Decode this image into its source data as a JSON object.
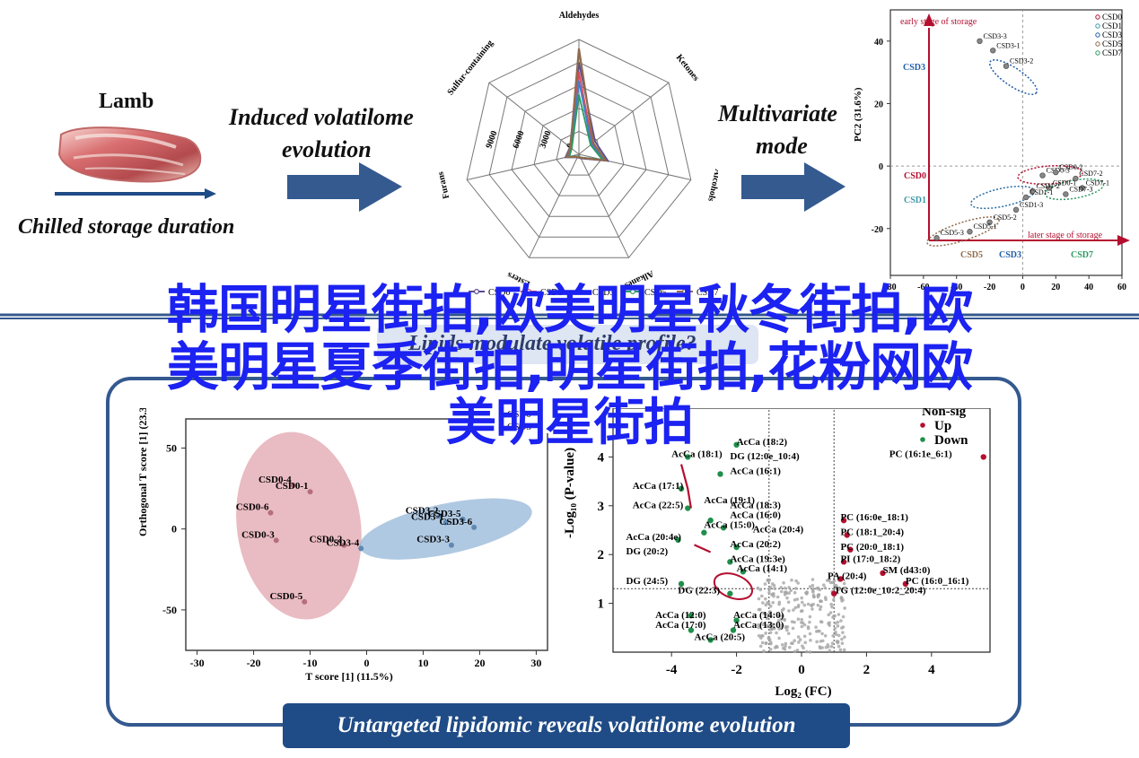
{
  "top": {
    "lamb": {
      "title": "Lamb",
      "caption": "Chilled storage duration",
      "arrow_label": ""
    },
    "induced": {
      "line1": "Induced volatilome",
      "line2": "evolution"
    },
    "multivariate": {
      "line1": "Multivariate",
      "line2": "mode"
    }
  },
  "radar_chart": {
    "type": "radar",
    "axes": [
      "Aldehydes",
      "Ketones",
      "Alcohols",
      "Alkanes",
      "Esters",
      "Furans",
      "Sulfur-containing"
    ],
    "radial_ticks": [
      "0",
      "3000",
      "6000",
      "9000"
    ],
    "legend": [
      "CSD0",
      "CSD1",
      "CSD3",
      "CSD5",
      "CSD7"
    ],
    "colors": [
      "#5b4a8f",
      "#d64e5d",
      "#3f7fd1",
      "#2b9a62",
      "#8f6b4c"
    ],
    "series": [
      {
        "name": "CSD0",
        "values": [
          8000,
          1800,
          2600,
          400,
          300,
          1200,
          1000
        ]
      },
      {
        "name": "CSD1",
        "values": [
          7200,
          1500,
          2300,
          350,
          250,
          1000,
          900
        ]
      },
      {
        "name": "CSD3",
        "values": [
          6400,
          1400,
          2200,
          320,
          220,
          900,
          850
        ]
      },
      {
        "name": "CSD5",
        "values": [
          5200,
          1300,
          2100,
          300,
          200,
          850,
          800
        ]
      },
      {
        "name": "CSD7",
        "values": [
          9200,
          1600,
          2400,
          330,
          240,
          1100,
          950
        ]
      }
    ]
  },
  "pca_chart": {
    "type": "scatter",
    "ylabel": "PC2 (31.6%)",
    "early": "early stage of storage",
    "later": "later stage of storage",
    "x_ticks": [
      "-80",
      "-60",
      "-40",
      "-20",
      "0",
      "20",
      "40",
      "60"
    ],
    "y_ticks": [
      "40",
      "20",
      "0",
      "-20"
    ],
    "legend": [
      "CSD0",
      "CSD1",
      "CSD3",
      "CSD5",
      "CSD7"
    ],
    "labels": {
      "csd3": "CSD3",
      "csd0": "CSD0",
      "csd1": "CSD1",
      "csd5": "CSD5",
      "csd3_bottom": "CSD3",
      "csd7": "CSD7"
    },
    "points": [
      {
        "label": "CSD3-3",
        "x": -26,
        "y": 40
      },
      {
        "label": "CSD3-1",
        "x": -18,
        "y": 37
      },
      {
        "label": "CSD3-2",
        "x": -10,
        "y": 32
      },
      {
        "label": "CSD0-3",
        "x": 12,
        "y": -3
      },
      {
        "label": "CSD0-2",
        "x": 20,
        "y": -2
      },
      {
        "label": "CSD0-1",
        "x": 16,
        "y": -7
      },
      {
        "label": "CSD1-2",
        "x": 6,
        "y": -8
      },
      {
        "label": "CSD1-1",
        "x": 2,
        "y": -10
      },
      {
        "label": "CSD1-3",
        "x": -4,
        "y": -14
      },
      {
        "label": "CSD7-2",
        "x": 32,
        "y": -4
      },
      {
        "label": "CSD7-1",
        "x": 36,
        "y": -7
      },
      {
        "label": "CSD7-3",
        "x": 26,
        "y": -9
      },
      {
        "label": "CSD5-2",
        "x": -20,
        "y": -18
      },
      {
        "label": "CSD5-1",
        "x": -32,
        "y": -21
      },
      {
        "label": "CSD5-3",
        "x": -52,
        "y": -23
      }
    ]
  },
  "lower_section": {
    "hidden_caption": "Lipids modulate volatile profile?",
    "volcano_title": "CSD0 vs CSD3",
    "legend": {
      "nonsig": "Non-sig",
      "up": "Up",
      "down": "Down"
    },
    "bottom_bar": "Untargeted lipidomic reveals volatilome evolution"
  },
  "opls": {
    "xlabel": "T score [1] (11.5%)",
    "ylabel": "Orthogonal T score [1] (23.3%)",
    "x_ticks": [
      "-30",
      "-20",
      "-10",
      "0",
      "10",
      "20",
      "30"
    ],
    "y_ticks": [
      "50",
      "0",
      "-50"
    ],
    "legend": [
      "CSD0",
      "CSD3"
    ],
    "points": [
      {
        "label": "CSD0-4",
        "x": -13,
        "y": 27
      },
      {
        "label": "CSD0-1",
        "x": -10,
        "y": 23
      },
      {
        "label": "CSD0-6",
        "x": -17,
        "y": 10
      },
      {
        "label": "CSD0-3",
        "x": -16,
        "y": -7
      },
      {
        "label": "CSD0-2",
        "x": -4,
        "y": -10
      },
      {
        "label": "CSD0-5",
        "x": -11,
        "y": -45
      },
      {
        "label": "CSD3-2",
        "x": 13,
        "y": 8
      },
      {
        "label": "CSD3-5",
        "x": 17,
        "y": 6
      },
      {
        "label": "CSD3-1",
        "x": 14,
        "y": 4
      },
      {
        "label": "CSD3-6",
        "x": 19,
        "y": 1
      },
      {
        "label": "CSD3-4",
        "x": -1,
        "y": -12
      },
      {
        "label": "CSD3-3",
        "x": 15,
        "y": -10
      }
    ]
  },
  "volcano": {
    "xlabel": "Log₂ (FC)",
    "ylabel": "-Log₁₀ (P-value)",
    "x_ticks": [
      "-4",
      "-2",
      "0",
      "2",
      "4"
    ],
    "y_ticks": [
      "1",
      "2",
      "3",
      "4"
    ],
    "labels": [
      {
        "text": "AcCa (18:2)",
        "x": -2.0,
        "y": 4.25
      },
      {
        "text": "AcCa (18:1)",
        "x": -4.0,
        "y": 4.0
      },
      {
        "text": "DG (12:0e_10:4)",
        "x": -2.2,
        "y": 3.95
      },
      {
        "text": "AcCa (16:1)",
        "x": -2.2,
        "y": 3.65
      },
      {
        "text": "AcCa (17:1)",
        "x": -5.2,
        "y": 3.35
      },
      {
        "text": "AcCa (19:1)",
        "x": -3.0,
        "y": 3.05
      },
      {
        "text": "AcCa (22:5)",
        "x": -5.2,
        "y": 2.95
      },
      {
        "text": "AcCa (18:3)",
        "x": -2.2,
        "y": 2.95
      },
      {
        "text": "AcCa (16:0)",
        "x": -2.2,
        "y": 2.75
      },
      {
        "text": "AcCa (15:0)",
        "x": -3.0,
        "y": 2.55
      },
      {
        "text": "AcCa (20:4)",
        "x": -1.5,
        "y": 2.45
      },
      {
        "text": "AcCa (20:4e)",
        "x": -5.4,
        "y": 2.3
      },
      {
        "text": "AcCa (20:2)",
        "x": -2.2,
        "y": 2.15
      },
      {
        "text": "DG (20:2)",
        "x": -5.4,
        "y": 2.0
      },
      {
        "text": "AcCa (19:3e)",
        "x": -2.2,
        "y": 1.85
      },
      {
        "text": "AcCa (14:1)",
        "x": -2.0,
        "y": 1.65
      },
      {
        "text": "DG (24:5)",
        "x": -5.4,
        "y": 1.4
      },
      {
        "text": "DG (22:3)",
        "x": -3.8,
        "y": 1.2
      },
      {
        "text": "AcCa (12:0)",
        "x": -4.5,
        "y": 0.7
      },
      {
        "text": "AcCa (14:0)",
        "x": -2.1,
        "y": 0.7
      },
      {
        "text": "AcCa (17:0)",
        "x": -4.5,
        "y": 0.5
      },
      {
        "text": "AcCa (13:0)",
        "x": -2.1,
        "y": 0.5
      },
      {
        "text": "AcCa (20:5)",
        "x": -3.3,
        "y": 0.25
      },
      {
        "text": "PC (16:1e_6:1)",
        "x": 2.7,
        "y": 4.0
      },
      {
        "text": "PC (16:0e_18:1)",
        "x": 1.2,
        "y": 2.7
      },
      {
        "text": "PC (18:1_20:4)",
        "x": 1.2,
        "y": 2.4
      },
      {
        "text": "PC (20:0_18:1)",
        "x": 1.2,
        "y": 2.1
      },
      {
        "text": "PI (17:0_18:2)",
        "x": 1.2,
        "y": 1.85
      },
      {
        "text": "SM (d43:0)",
        "x": 2.5,
        "y": 1.62
      },
      {
        "text": "PA (20:4)",
        "x": 0.8,
        "y": 1.5
      },
      {
        "text": "PC (16:0_16:1)",
        "x": 3.2,
        "y": 1.4
      },
      {
        "text": "TG (12:0e_10:2_20:4)",
        "x": 1.0,
        "y": 1.2
      }
    ]
  },
  "overlay_title": {
    "line1": "韩国明星街拍,欧美明星秋冬街拍,欧",
    "line2": "美明星夏季街拍,明星街拍,花粉网欧",
    "line3": "美明星街拍"
  },
  "colors": {
    "accent": "#1f4b86",
    "overlay": "#1b22f1",
    "lamb_meat": "#d86b6b",
    "pink_ellipse": "#d98a96",
    "blue_ellipse": "#8fb2d6",
    "red": "#b40f2f",
    "green": "#1f8f4b",
    "gray": "#8c8c8c"
  }
}
